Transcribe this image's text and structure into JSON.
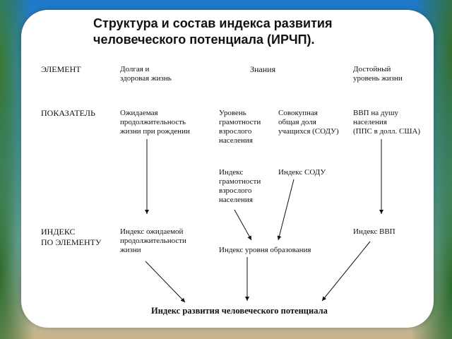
{
  "title": {
    "line1": "Структура и состав индекса развития",
    "line2": "человеческого потенциала (ИРЧП)."
  },
  "rows": {
    "element": "ЭЛЕМЕНТ",
    "indicator": "ПОКАЗАТЕЛЬ",
    "index1": "ИНДЕКС",
    "index2": "ПО ЭЛЕМЕНТУ"
  },
  "elements": {
    "longevity1": "Долгая и",
    "longevity2": "здоровая жизнь",
    "knowledge": "Знания",
    "living1": "Достойный",
    "living2": "уровень жизни"
  },
  "indicators": {
    "life1": "Ожидаемая",
    "life2": "продолжительность",
    "life3": "жизни при рождении",
    "lit1": "Уровень",
    "lit2": "грамотности",
    "lit3": "взрослого",
    "lit4": "населения",
    "enr1": "Совокупная",
    "enr2": "общая доля",
    "enr3": "учащихся (СОДУ)",
    "gdp1": "ВВП на душу",
    "gdp2": "населения",
    "gdp3": "(ППС в долл. США)"
  },
  "subindices": {
    "lit1": "Индекс",
    "lit2": "грамотности",
    "lit3": "взрослого",
    "lit4": "населения",
    "enr": "Индекс СОДУ"
  },
  "indices": {
    "life1": "Индекс ожидаемой",
    "life2": "продолжительности",
    "life3": "жизни",
    "edu": "Индекс уровня образования",
    "gdp": "Индекс ВВП"
  },
  "final": "Индекс развития человеческого потенциала"
}
